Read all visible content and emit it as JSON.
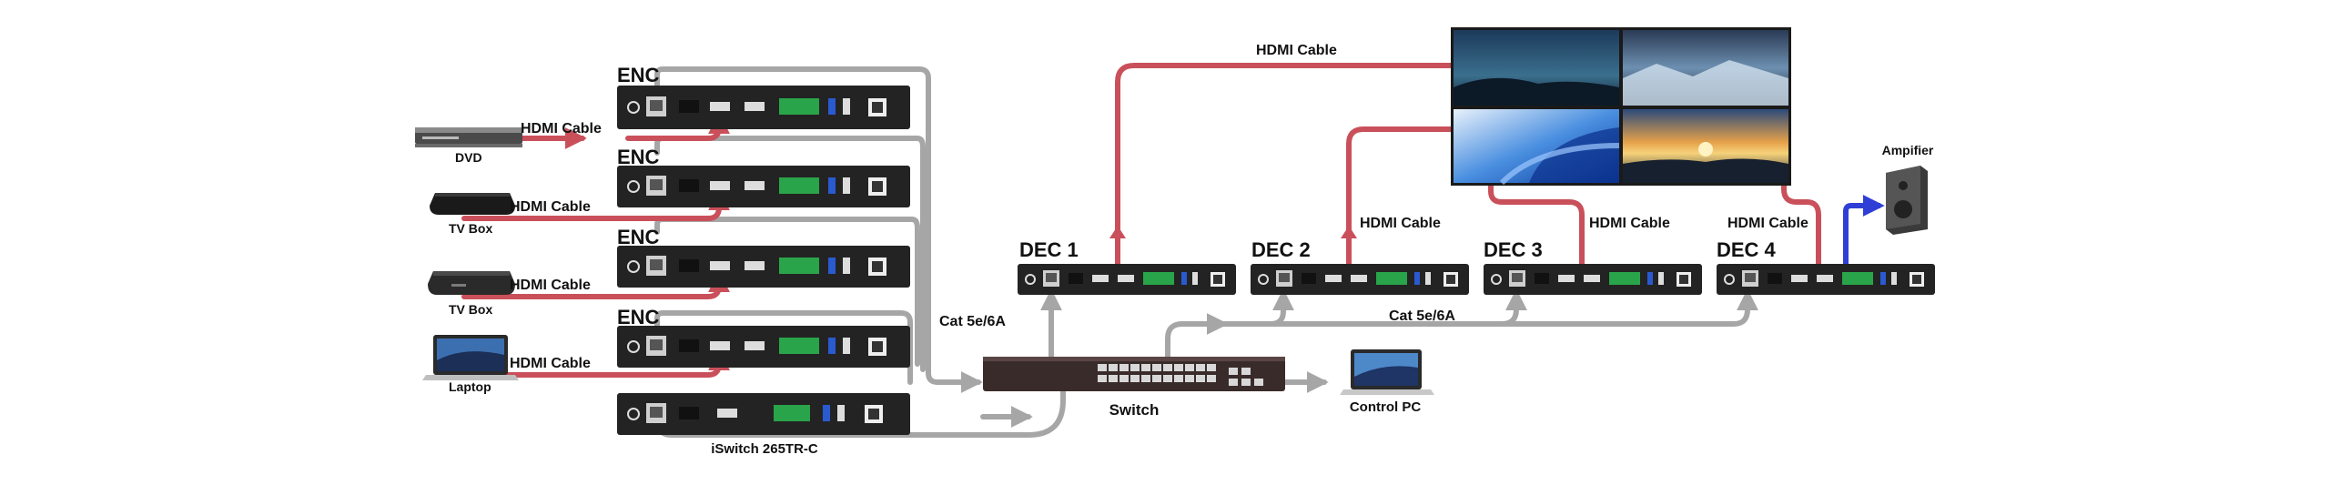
{
  "sources": [
    {
      "label": "DVD",
      "icon": "dvd-player-icon"
    },
    {
      "label": "TV Box",
      "icon": "tv-box-icon"
    },
    {
      "label": "TV Box",
      "icon": "tv-box-icon"
    },
    {
      "label": "Laptop",
      "icon": "laptop-icon"
    }
  ],
  "encoders": [
    {
      "label": "ENC"
    },
    {
      "label": "ENC"
    },
    {
      "label": "ENC"
    },
    {
      "label": "ENC"
    }
  ],
  "cable_labels": {
    "hdmi": "HDMI Cable",
    "cat_left": "Cat  5e/6A",
    "cat_right": "Cat  5e/6A"
  },
  "decoders": [
    {
      "label": "DEC 1"
    },
    {
      "label": "DEC 2"
    },
    {
      "label": "DEC 3"
    },
    {
      "label": "DEC 4"
    }
  ],
  "bottom_device_label": "iSwitch 265TR-C",
  "switch_label": "Switch",
  "control_pc_label": "Control PC",
  "amplifier_label": "Ampifier",
  "colors": {
    "hdmi": "#c9505a",
    "lan": "#a6a6a6",
    "audio": "#2f3fd6",
    "device": "#232323",
    "switch": "#3a2b2b"
  }
}
